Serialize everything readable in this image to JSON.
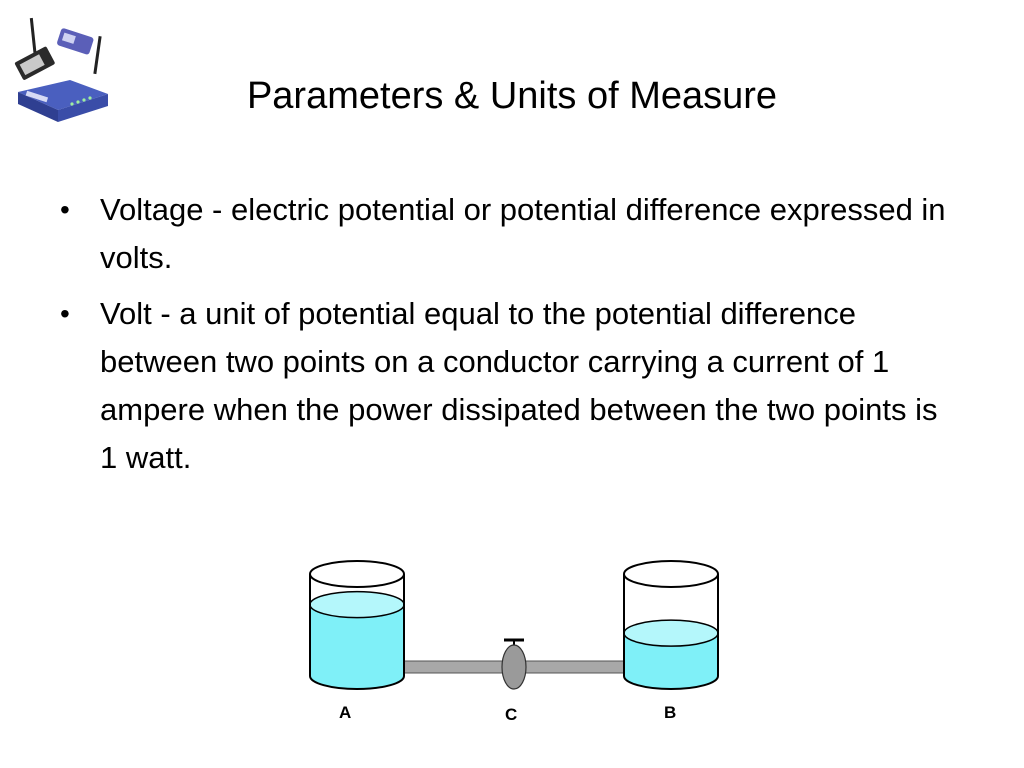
{
  "slide": {
    "title": "Parameters & Units of Measure",
    "bullets": [
      {
        "marker": "•",
        "text": " Voltage - electric potential or potential difference expressed in volts."
      },
      {
        "marker": "•",
        "text": " Volt - a unit of potential equal to the potential difference between two points on a conductor carrying a current of 1 ampere when the power dissipated between the two points is 1 watt."
      }
    ]
  },
  "diagram": {
    "tank_a_label": "A",
    "tank_b_label": "B",
    "valve_label": "C",
    "tank_a_fill_fraction": 0.7,
    "tank_b_fill_fraction": 0.42,
    "colors": {
      "water": "#7ff0f8",
      "water_top": "#b4f7fb",
      "pipe": "#a8a8a8",
      "valve": "#9a9a9a",
      "outline": "#000000"
    }
  },
  "icons": [
    "network-router-icon"
  ]
}
